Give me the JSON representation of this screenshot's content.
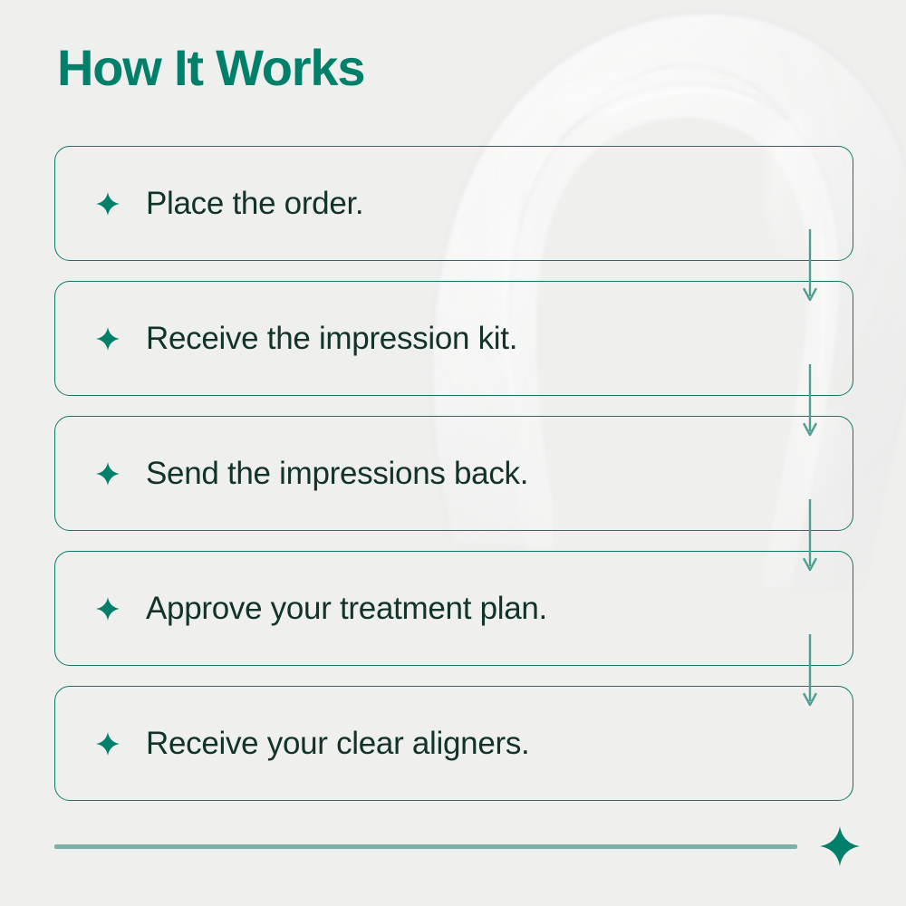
{
  "page": {
    "title": "How It Works",
    "background_color": "#efefee",
    "accent_color": "#00806a",
    "border_color": "#0c7a66",
    "text_color": "#113328",
    "rule_color": "#79b2a6"
  },
  "background_image": {
    "name": "clear-dental-aligner-photo",
    "description": "Translucent clear dental aligner arch"
  },
  "steps": [
    {
      "index": "1",
      "label": "Place the order.",
      "bullet_icon": "sparkle-icon"
    },
    {
      "index": "2",
      "label": "Receive the impression kit.",
      "bullet_icon": "sparkle-icon"
    },
    {
      "index": "3",
      "label": "Send the impressions back.",
      "bullet_icon": "sparkle-icon"
    },
    {
      "index": "4",
      "label": "Approve your treatment plan.",
      "bullet_icon": "sparkle-icon"
    },
    {
      "index": "5",
      "label": "Receive your clear aligners.",
      "bullet_icon": "sparkle-icon"
    }
  ],
  "connectors": [
    {
      "from": "1",
      "to": "2",
      "icon": "arrow-down-icon"
    },
    {
      "from": "2",
      "to": "3",
      "icon": "arrow-down-icon"
    },
    {
      "from": "3",
      "to": "4",
      "icon": "arrow-down-icon"
    },
    {
      "from": "4",
      "to": "5",
      "icon": "arrow-down-icon"
    }
  ],
  "footer": {
    "rule_label": "",
    "star_icon": "sparkle-icon"
  }
}
